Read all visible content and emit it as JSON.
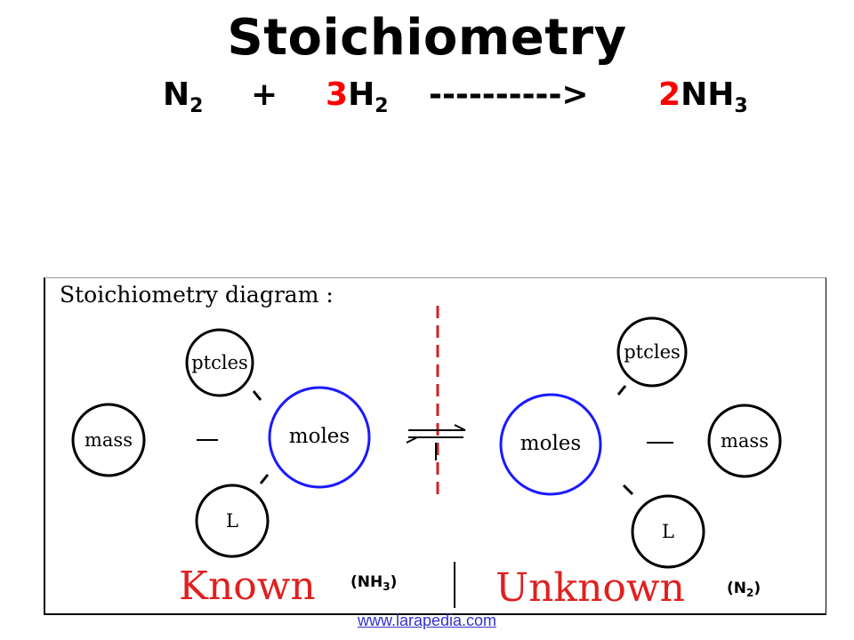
{
  "title": "Stoichiometry",
  "equation": {
    "reactant1": {
      "formula": "N",
      "sub": "2"
    },
    "plus": "+",
    "reactant2": {
      "coefficient": "3",
      "formula": "H",
      "sub": "2"
    },
    "arrow": "---------->",
    "product": {
      "coefficient": "2",
      "formula": "NH",
      "sub": "3"
    }
  },
  "diagram": {
    "heading": "Stoichiometry diagram :",
    "known_side": {
      "center": "moles",
      "nodes": [
        "ptcles",
        "mass",
        "L"
      ],
      "label": "Known",
      "species": {
        "formula": "(NH",
        "sub": "3",
        "close": ")"
      }
    },
    "unknown_side": {
      "center": "moles",
      "nodes": [
        "ptcles",
        "mass",
        "L"
      ],
      "label": "Unknown",
      "species": {
        "formula": "(N",
        "sub": "2",
        "close": ")"
      }
    }
  },
  "source": "www.larapedia.com",
  "colors": {
    "accent": "#ff0000",
    "circle": "#1a1aff",
    "divider": "#cc2222",
    "link": "#3333cc"
  }
}
